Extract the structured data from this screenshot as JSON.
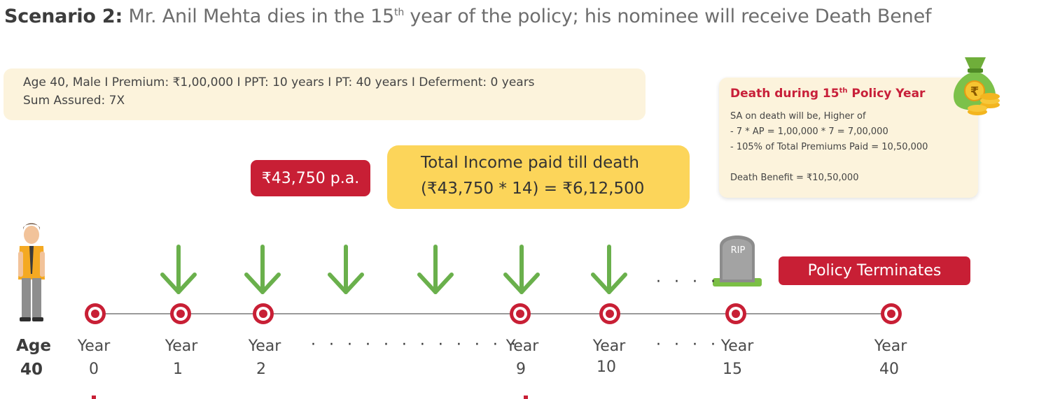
{
  "title": {
    "bold": "Scenario 2:",
    "text_before_sup": " Mr. Anil Mehta dies in the 15",
    "sup": "th",
    "text_after_sup": " year of the policy; his nominee will receive Death Benef"
  },
  "info": {
    "line1": "Age 40, Male  I  Premium: ₹1,00,000  I  PPT: 10 years  I  PT: 40 years  I  Deferment: 0 years",
    "line2": "Sum Assured: 7X"
  },
  "death_card": {
    "heading_before_sup": "Death during 15",
    "heading_sup": "th",
    "heading_after_sup": " Policy Year",
    "lines": [
      "SA on death will be, Higher of",
      "- 7 * AP = 1,00,000 * 7 = 7,00,000",
      "- 105% of Total Premiums Paid = 10,50,000",
      "Death Benefit = ₹10,50,000"
    ]
  },
  "badges": {
    "annual_income": "₹43,750 p.a.",
    "total_income_line1": "Total Income paid till death",
    "total_income_line2": "(₹43,750 * 14) = ₹6,12,500",
    "policy_terminates": "Policy Terminates",
    "tombstone": "RIP"
  },
  "timeline": {
    "age_label": [
      "Age",
      "40"
    ],
    "years": [
      {
        "label": "Year",
        "value": "0"
      },
      {
        "label": "Year",
        "value": "1"
      },
      {
        "label": "Year",
        "value": "2"
      },
      {
        "label": "Year",
        "value": "9"
      },
      {
        "label": "Year",
        "value": "10"
      },
      {
        "label": "Year",
        "value": "15"
      },
      {
        "label": "Year",
        "value": "40"
      }
    ],
    "ellipsis_long": "· · · · · · · · · · · ·",
    "ellipsis_short": "· · · ·"
  },
  "colors": {
    "red": "#c81f35",
    "arrow_green": "#6ab04c",
    "info_bg": "#fcf3dc",
    "income_bg": "#fcd55a"
  }
}
